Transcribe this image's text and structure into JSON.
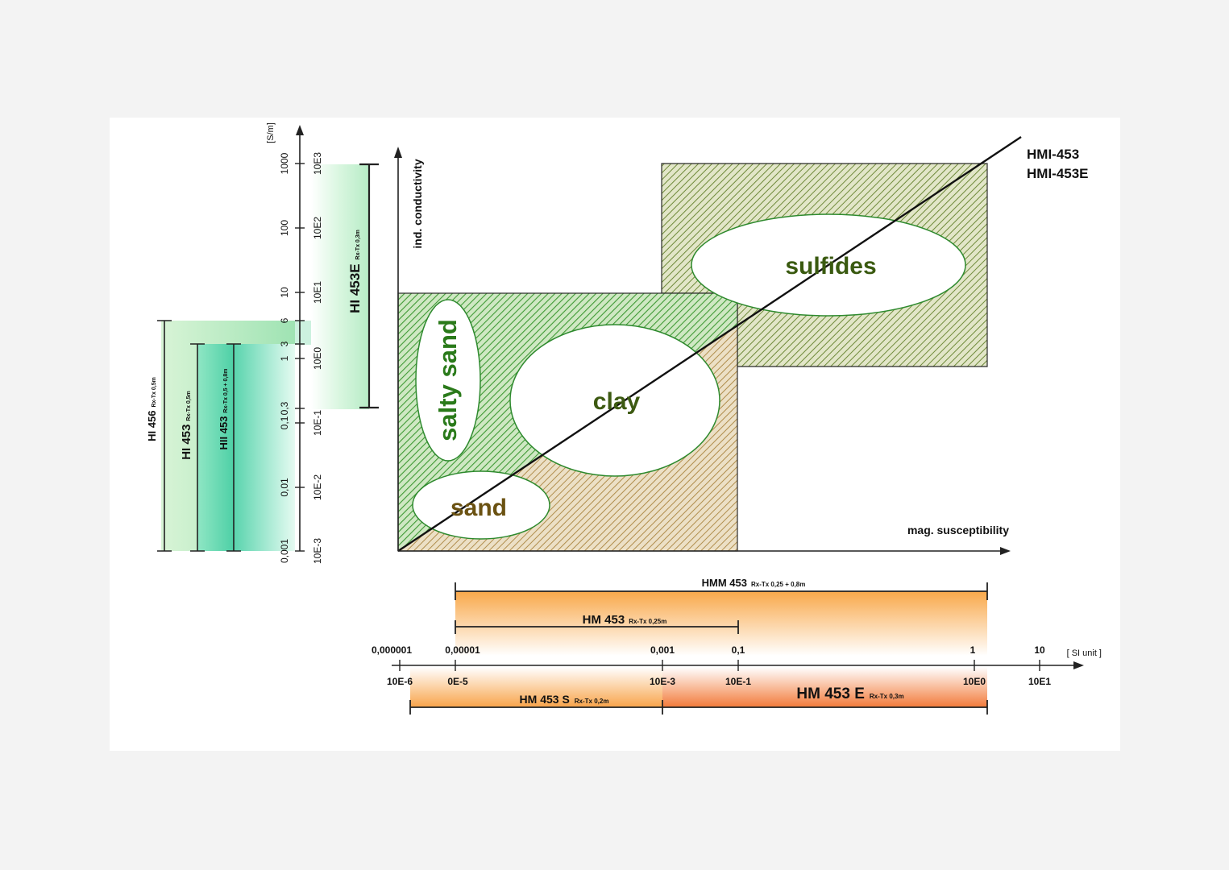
{
  "vertical_axis": {
    "unit": "[S/m]",
    "decimal_ticks": [
      "1000",
      "100",
      "10",
      "6",
      "3",
      "1",
      "0,3",
      "0,1",
      "0,01",
      "0,001"
    ],
    "exp_ticks": [
      "10E3",
      "10E2",
      "10E1",
      "10E0",
      "10E-1",
      "10E-2",
      "10E-3"
    ]
  },
  "vertical_instruments": [
    {
      "name": "HI 456",
      "spec": "Rx-Tx 0,5m"
    },
    {
      "name": "HI 453",
      "spec": "Rx-Tx 0,5m"
    },
    {
      "name": "HII 453",
      "spec": "Rx-Tx 0,5 + 0,8m"
    },
    {
      "name": "HI 453E",
      "spec": "Rx-Tx 0,3m"
    }
  ],
  "main_plot": {
    "y_label": "ind. conductivity",
    "x_label": "mag. susceptibility",
    "diagonal_label_1": "HMI-453",
    "diagonal_label_2": "HMI-453E",
    "regions": [
      "salty sand",
      "clay",
      "sand",
      "sulfides"
    ],
    "colors": {
      "green": "#3ea33e",
      "brown": "#9a7a2a",
      "text_green": "#2a6a1a",
      "text_brown": "#6b4a10"
    }
  },
  "horizontal_axis": {
    "unit": "[ SI unit ]",
    "decimal_ticks": [
      "0,000001",
      "0,00001",
      "0,001",
      "0,1",
      "1",
      "10"
    ],
    "exp_ticks": [
      "10E-6",
      "0E-5",
      "10E-3",
      "10E-1",
      "10E0",
      "10E1"
    ]
  },
  "horizontal_instruments": [
    {
      "name": "HMM 453",
      "spec": "Rx-Tx 0,25 + 0,8m"
    },
    {
      "name": "HM 453",
      "spec": "Rx-Tx 0,25m"
    },
    {
      "name": "HM 453 S",
      "spec": "Rx-Tx 0,2m"
    },
    {
      "name": "HM 453 E",
      "spec": "Rx-Tx 0,3m"
    }
  ]
}
